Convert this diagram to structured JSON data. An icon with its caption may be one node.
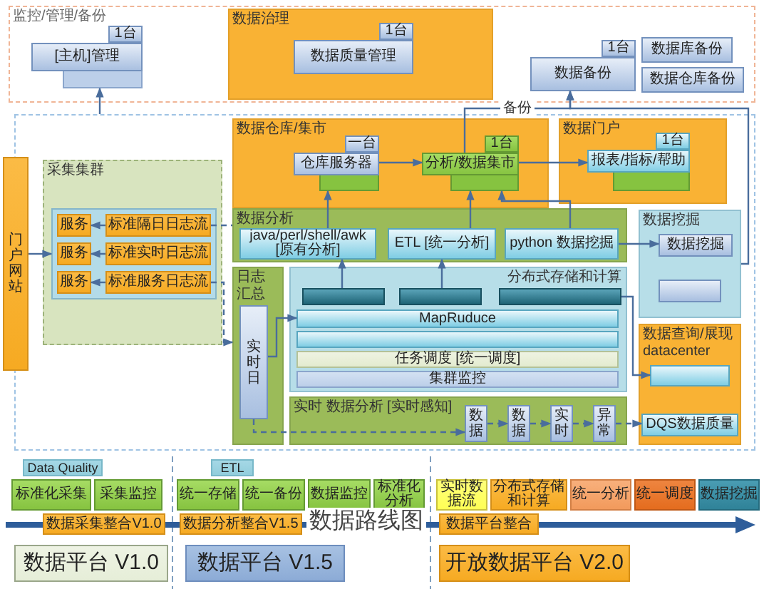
{
  "diagram": {
    "title": "数据路线图",
    "nodes": [
      {
        "text": [
          "监控/管理/备份"
        ]
      },
      {
        "text": [
          "[主机]管理"
        ],
        "in": 0,
        "beside": [
          "1台"
        ]
      },
      {
        "text": [
          "数据治理"
        ],
        "in": 0
      },
      {
        "text": [
          "数据质量管理"
        ],
        "in": 2,
        "beside": [
          "1台"
        ]
      },
      {
        "text": [
          "数据备份"
        ],
        "in": 0,
        "beside": [
          "1台"
        ]
      },
      {
        "text": [
          "数据库备份"
        ],
        "in": 0
      },
      {
        "text": [
          "数据仓库备份"
        ],
        "in": 0
      },
      {
        "text": [
          "门户网站"
        ]
      },
      {
        "text": [],
        "shape": "box"
      },
      {
        "text": [
          "采集集群"
        ],
        "in": 8
      },
      {
        "text": [],
        "shape": "box",
        "in": 9
      },
      {
        "text": [
          "服务"
        ],
        "in": 10
      },
      {
        "text": [
          "标准隔日日志流"
        ],
        "in": 10
      },
      {
        "text": [
          "服务"
        ],
        "in": 10
      },
      {
        "text": [
          "标准实时日志流"
        ],
        "in": 10
      },
      {
        "text": [
          "服务"
        ],
        "in": 10
      },
      {
        "text": [
          "标准服务日志流"
        ],
        "in": 10
      },
      {
        "text": [
          "数据仓库/集市"
        ],
        "in": 8
      },
      {
        "text": [
          "仓库服务器"
        ],
        "in": 17,
        "beside": [
          "一台"
        ]
      },
      {
        "text": [
          "分析/数据集市"
        ],
        "in": 17,
        "beside": [
          "1台"
        ]
      },
      {
        "text": [
          "数据门户"
        ],
        "in": 8
      },
      {
        "text": [
          "报表/指标/帮助"
        ],
        "in": 20,
        "beside": [
          "1台"
        ]
      },
      {
        "text": [
          "数据分析"
        ],
        "in": 8
      },
      {
        "text": [
          "java/perl/shell/awk [原有分析]"
        ],
        "in": 22
      },
      {
        "text": [
          "ETL [统一分析]"
        ],
        "in": 22
      },
      {
        "text": [
          "python 数据挖掘"
        ],
        "in": 22
      },
      {
        "text": [
          "数据挖掘"
        ],
        "in": 8
      },
      {
        "text": [
          "数据挖掘"
        ],
        "in": 26
      },
      {
        "text": [],
        "shape": "box",
        "in": 26
      },
      {
        "text": [
          "日志汇总"
        ],
        "in": 8
      },
      {
        "text": [
          "实时日"
        ],
        "in": 29
      },
      {
        "text": [
          "分布式存储和计算"
        ],
        "in": 8
      },
      {
        "text": [],
        "shape": "box",
        "in": 31
      },
      {
        "text": [],
        "shape": "box",
        "in": 31
      },
      {
        "text": [],
        "shape": "box",
        "in": 31
      },
      {
        "text": [
          "MapRuduce"
        ],
        "in": 31
      },
      {
        "text": [],
        "shape": "box",
        "in": 31
      },
      {
        "text": [
          "任务调度 [统一调度]"
        ],
        "in": 31
      },
      {
        "text": [
          "集群监控"
        ],
        "in": 31
      },
      {
        "text": [
          "数据查询/展现 datacenter"
        ],
        "in": 8
      },
      {
        "text": [],
        "shape": "box",
        "in": 39
      },
      {
        "text": [
          "DQS数据质量"
        ],
        "in": 39
      },
      {
        "text": [
          "实时 数据分析 [实时感知]"
        ],
        "in": 8
      },
      {
        "text": [
          "数据"
        ],
        "in": 42
      },
      {
        "text": [
          "数据"
        ],
        "in": 42
      },
      {
        "text": [
          "实时"
        ],
        "in": 42
      },
      {
        "text": [
          "异常"
        ],
        "in": 42
      },
      {
        "text": [
          "Data Quality"
        ]
      },
      {
        "text": [
          "标准化采集"
        ]
      },
      {
        "text": [
          "采集监控"
        ]
      },
      {
        "text": [
          "ETL"
        ]
      },
      {
        "text": [
          "统一存储"
        ]
      },
      {
        "text": [
          "统一备份"
        ]
      },
      {
        "text": [
          "数据监控"
        ]
      },
      {
        "text": [
          "标准化分析"
        ]
      },
      {
        "text": [
          "实时数据流"
        ]
      },
      {
        "text": [
          "分布式存储和计算"
        ]
      },
      {
        "text": [
          "统一分析"
        ]
      },
      {
        "text": [
          "统一调度"
        ]
      },
      {
        "text": [
          "数据挖掘"
        ]
      },
      {
        "text": [
          "数据采集整合V1.0"
        ]
      },
      {
        "text": [
          "数据分析整合V1.5"
        ]
      },
      {
        "text": [
          "数据平台整合"
        ]
      },
      {
        "text": [
          "数据平台 V1.0"
        ]
      },
      {
        "text": [
          "数据平台 V1.5"
        ]
      },
      {
        "text": [
          "开放数据平台 V2.0"
        ]
      }
    ],
    "edges": [
      {
        "from": 8,
        "to": 1,
        "arrow": "to"
      },
      {
        "from": 19,
        "to": 4,
        "arrow": "to",
        "label": "备份"
      },
      {
        "from": 26,
        "to": 4,
        "arrow": "to"
      },
      {
        "from": 7,
        "to": 10,
        "arrow": "to"
      },
      {
        "from": 12,
        "to": 11,
        "arrow": "to"
      },
      {
        "from": 14,
        "to": 13,
        "arrow": "to",
        "style": "dashed"
      },
      {
        "from": 16,
        "to": 15,
        "arrow": "to"
      },
      {
        "from": 12,
        "to": 22,
        "arrow": "none",
        "style": "dashed"
      },
      {
        "from": 16,
        "to": 29,
        "arrow": "to",
        "style": "dashed"
      },
      {
        "from": 32,
        "to": 23,
        "arrow": "to"
      },
      {
        "from": 23,
        "to": 18,
        "arrow": "to"
      },
      {
        "from": 18,
        "to": 19,
        "arrow": "to"
      },
      {
        "from": 24,
        "to": 19,
        "arrow": "to"
      },
      {
        "from": 25,
        "to": 19,
        "arrow": "to"
      },
      {
        "from": 19,
        "to": 21,
        "arrow": "to"
      },
      {
        "from": 33,
        "to": 24,
        "arrow": "to"
      },
      {
        "from": 25,
        "to": 27,
        "arrow": "to"
      },
      {
        "from": 34,
        "to": 40,
        "arrow": "to"
      },
      {
        "from": 30,
        "to": 35,
        "arrow": "to"
      },
      {
        "from": 30,
        "to": 43,
        "arrow": "to",
        "style": "dashed"
      },
      {
        "from": 43,
        "to": 44,
        "arrow": "to",
        "style": "dashed"
      },
      {
        "from": 44,
        "to": 45,
        "arrow": "to",
        "style": "dashed"
      },
      {
        "from": 45,
        "to": 46,
        "arrow": "to",
        "style": "dashed"
      },
      {
        "from": 46,
        "to": 41,
        "arrow": "to",
        "style": "dashed"
      }
    ]
  }
}
